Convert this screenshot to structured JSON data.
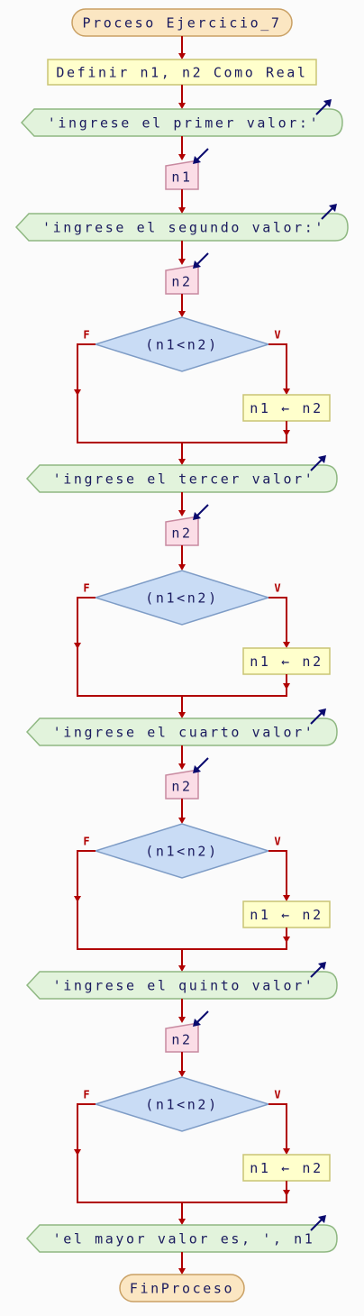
{
  "flowchart": {
    "start": "Proceso Ejercicio_7",
    "define": "Definir n1, n2 Como Real",
    "prompt1": "'ingrese el primer valor:'",
    "read1": "n1",
    "prompt2": "'ingrese el segundo valor:'",
    "read2": "n2",
    "blocks": [
      {
        "condition": "(n1<n2)",
        "false_label": "F",
        "true_label": "V",
        "assign": "n1 ← n2",
        "prompt": "'ingrese el tercer valor'",
        "read": "n2"
      },
      {
        "condition": "(n1<n2)",
        "false_label": "F",
        "true_label": "V",
        "assign": "n1 ← n2",
        "prompt": "'ingrese el cuarto valor'",
        "read": "n2"
      },
      {
        "condition": "(n1<n2)",
        "false_label": "F",
        "true_label": "V",
        "assign": "n1 ← n2",
        "prompt": "'ingrese el quinto valor'",
        "read": "n2"
      },
      {
        "condition": "(n1<n2)",
        "false_label": "F",
        "true_label": "V",
        "assign": "n1 ← n2",
        "prompt": "'el mayor valor es, ', n1",
        "read": null
      }
    ],
    "end": "FinProceso",
    "colors": {
      "terminal_fill": "#fbe6c2",
      "terminal_stroke": "#c9a064",
      "process_fill": "#ffffcc",
      "process_stroke": "#c9c474",
      "output_fill": "#e2f3dc",
      "output_stroke": "#8fb882",
      "input_fill": "#fbdde6",
      "input_stroke": "#c88aa0",
      "decision_fill": "#c9dcf5",
      "decision_stroke": "#7e9cc6",
      "connector": "#b00000",
      "io_arrow": "#0a0a6e",
      "text": "#1a1a5e"
    }
  }
}
